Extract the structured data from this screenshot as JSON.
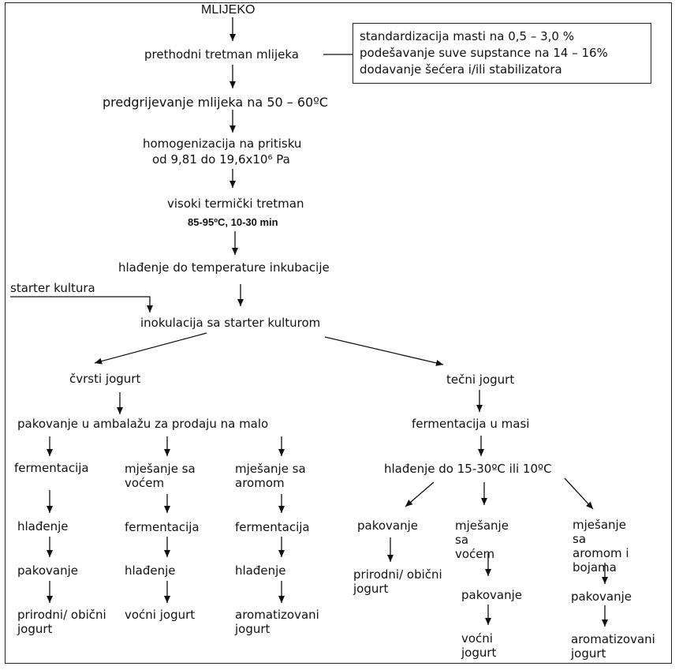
{
  "nodes": {
    "milk": "MLIJEKO",
    "pretreatment": "prethodni tretman mlijeka",
    "preheat": "predgrijevanje mlijeka na 50 – 60ºC",
    "homog_1": "homogenizacija na pritisku",
    "homog_2": "od 9,81 do 19,6x10⁶ Pa",
    "heat_1": "visoki termički tretman",
    "heat_2": "85-95ºC, 10-30 min",
    "cooling": "hlađenje do temperature inkubacije",
    "starter": "starter kultura",
    "inoculation": "inokulacija sa starter kulturom",
    "firm": "čvrsti jogurt",
    "liquid": "tečni jogurt",
    "retail_pack": "pakovanje u ambalažu za prodaju na malo",
    "bulk_ferm": "fermentacija u masi",
    "cool_liquid": "hlađenje do 15-30ºC ili 10ºC"
  },
  "note_lines": [
    "standardizacija masti na 0,5 – 3,0 %",
    "podešavanje suve supstance na 14 – 16%",
    "dodavanje šećera i/ili stabilizatora"
  ],
  "firm_col1": [
    "fermentacija",
    "hlađenje",
    "pakovanje",
    "prirodni/ obični jogurt"
  ],
  "firm_col2": [
    "mješanje sa voćem",
    "fermentacija",
    "hlađenje",
    "voćni jogurt"
  ],
  "firm_col3": [
    "mješanje sa aromom",
    "fermentacija",
    "hlađenje",
    "aromatizovani jogurt"
  ],
  "liquid_col1": [
    "pakovanje",
    "prirodni/ obični jogurt"
  ],
  "liquid_col2": [
    "mješanje sa voćem",
    "pakovanje",
    "voćni jogurt"
  ],
  "liquid_col3": [
    "mješanje sa aromom i bojama",
    "pakovanje",
    "aromatizovani jogurt"
  ]
}
